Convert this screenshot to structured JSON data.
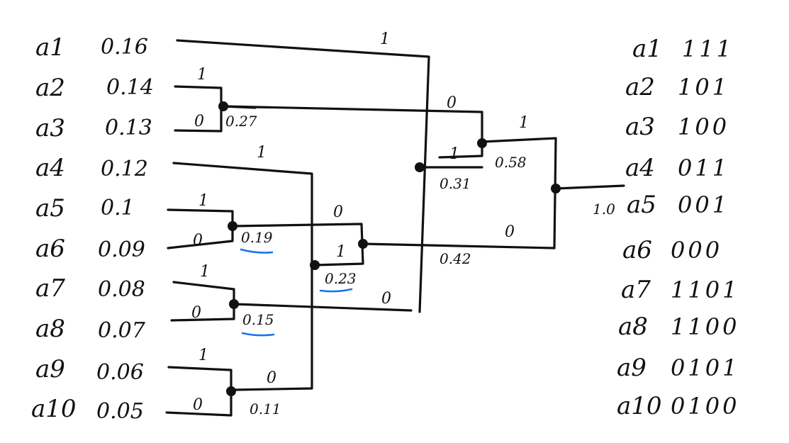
{
  "symbols": [
    {
      "name": "a1",
      "prob": "0.16"
    },
    {
      "name": "a2",
      "prob": "0.14"
    },
    {
      "name": "a3",
      "prob": "0.13"
    },
    {
      "name": "a4",
      "prob": "0.12"
    },
    {
      "name": "a5",
      "prob": "0.1"
    },
    {
      "name": "a6",
      "prob": "0.09"
    },
    {
      "name": "a7",
      "prob": "0.08"
    },
    {
      "name": "a8",
      "prob": "0.07"
    },
    {
      "name": "a9",
      "prob": "0.06"
    },
    {
      "name": "a10",
      "prob": "0.05"
    }
  ],
  "codes": [
    {
      "name": "a1",
      "code": "111"
    },
    {
      "name": "a2",
      "code": "101"
    },
    {
      "name": "a3",
      "code": "100"
    },
    {
      "name": "a4",
      "code": "011"
    },
    {
      "name": "a5",
      "code": "001"
    },
    {
      "name": "a6",
      "code": "000"
    },
    {
      "name": "a7",
      "code": "1101"
    },
    {
      "name": "a8",
      "code": "1100"
    },
    {
      "name": "a9",
      "code": "0101"
    },
    {
      "name": "a10",
      "code": "0100"
    }
  ],
  "merge_nodes": [
    {
      "id": "n027",
      "label": "0.27",
      "underlined": false
    },
    {
      "id": "n019",
      "label": "0.19",
      "underlined": true
    },
    {
      "id": "n015",
      "label": "0.15",
      "underlined": true
    },
    {
      "id": "n011",
      "label": "0.11",
      "underlined": false
    },
    {
      "id": "n023",
      "label": "0.23",
      "underlined": true
    },
    {
      "id": "n031",
      "label": "0.31",
      "underlined": false
    },
    {
      "id": "n058",
      "label": "0.58",
      "underlined": false
    },
    {
      "id": "n042",
      "label": "0.42",
      "underlined": false
    },
    {
      "id": "root",
      "label": "1.0",
      "underlined": false
    }
  ],
  "bits": {
    "one": "1",
    "zero": "0"
  },
  "colors": {
    "ink": "#111111",
    "underline": "#1a73e8"
  }
}
